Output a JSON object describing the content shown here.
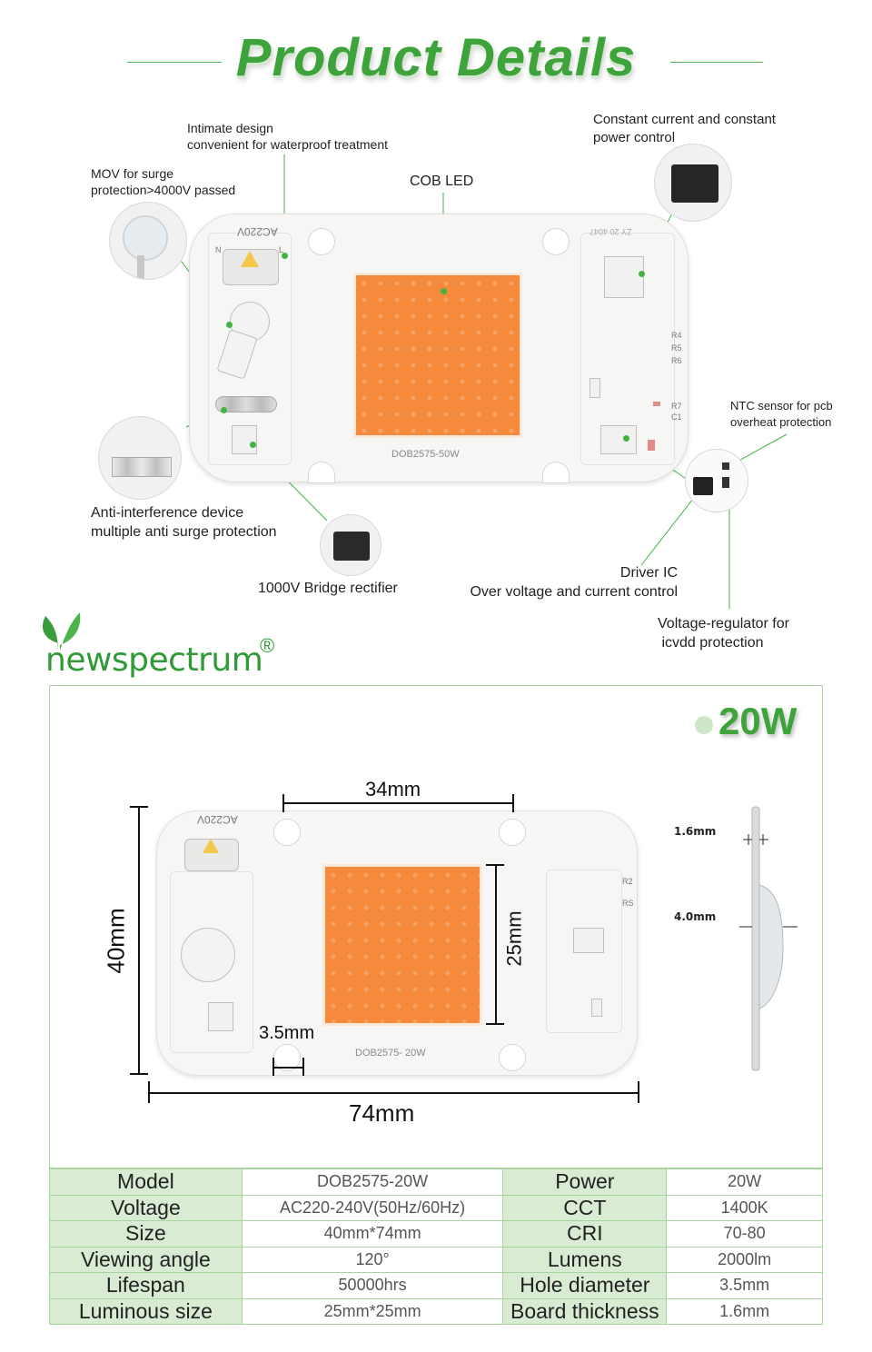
{
  "title": "Product Details",
  "callouts": {
    "intimate_design": [
      "Intimate design",
      "convenient for waterproof treatment"
    ],
    "constant_control": [
      "Constant current and constant",
      "power control"
    ],
    "mov": [
      "MOV for surge",
      "protection>4000V passed"
    ],
    "cob_led": "COB LED",
    "ntc": [
      "NTC sensor for pcb",
      "overheat protection"
    ],
    "anti_interference": [
      "Anti-interference device",
      "multiple anti surge protection"
    ],
    "bridge": "1000V Bridge rectifier",
    "driver_ic": [
      "Driver IC",
      "Over voltage and current control"
    ],
    "regulator": [
      "Voltage-regulator for",
      " icvdd protection"
    ]
  },
  "board_top": {
    "voltage_mark": "AC220V",
    "chip_label": "DOB2575-50W",
    "serial": "ZY 20 4047",
    "pins": [
      "N",
      "L"
    ],
    "resistors": [
      "R4",
      "R5",
      "R6",
      "R7",
      "C1"
    ]
  },
  "logo": {
    "text": "newspectrum",
    "reg": "®"
  },
  "wattage": "20W",
  "dimensions": {
    "width": "34mm",
    "height_board": "40mm",
    "chip": "25mm",
    "hole": "3.5mm",
    "length": "74mm",
    "thickness_board": "1.6mm",
    "thickness_total": "4.0mm"
  },
  "board_bottom": {
    "voltage_mark": "AC220V",
    "chip_label": "DOB2575- 20W",
    "resistors": [
      "R2",
      "RS"
    ]
  },
  "specs": [
    [
      "Model",
      "DOB2575-20W",
      "Power",
      "20W"
    ],
    [
      "Voltage",
      "AC220-240V(50Hz/60Hz)",
      "CCT",
      "1400K"
    ],
    [
      "Size",
      "40mm*74mm",
      "CRI",
      "70-80"
    ],
    [
      "Viewing angle",
      "120°",
      "Lumens",
      "2000lm"
    ],
    [
      "Lifespan",
      "50000hrs",
      "Hole diameter",
      "3.5mm"
    ],
    [
      "Luminous size",
      "25mm*25mm",
      "Board thickness",
      "1.6mm"
    ]
  ],
  "colors": {
    "accent": "#3ea33a",
    "chip": "#f5893c",
    "table_key_bg": "#d9ecd3"
  }
}
